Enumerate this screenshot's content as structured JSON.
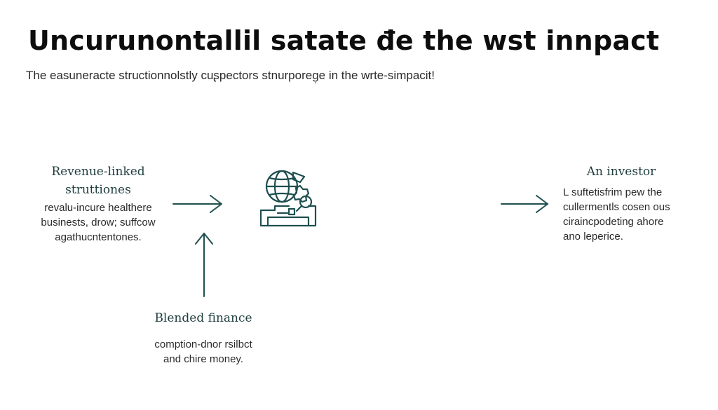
{
  "header": {
    "title": "Uncurunontallil satate đe the wst innpact",
    "subtitle": "The easuneracte structionnolstly cuʂpectors stnurporeg̣e in the wrte-simpacit!"
  },
  "nodes": {
    "left": {
      "heading_line1": "Revenue-linked",
      "heading_line2": "struttiones",
      "text_line1": "revalu-incure healthere",
      "text_line2": "businests, drow; suffcow",
      "text_line3": "agathucntentones."
    },
    "bottom": {
      "heading": "Blended finance",
      "text_line1": "comption-dnor rsilbct",
      "text_line2": "and chire money."
    },
    "right": {
      "heading": "An investor",
      "text_line1": "L suftetisfrim pew the",
      "text_line2": "cullermentls cosen ous",
      "text_line3": "ciraincpodeting ahore",
      "text_line4": "ano leperice."
    }
  },
  "icons": {
    "center": "globe-with-magnifier-icon",
    "arrows": [
      "arrow-right-icon",
      "arrow-right-icon",
      "arrow-up-icon"
    ]
  },
  "colors": {
    "accent": "#1f4f4f",
    "text": "#1a1a1a"
  }
}
